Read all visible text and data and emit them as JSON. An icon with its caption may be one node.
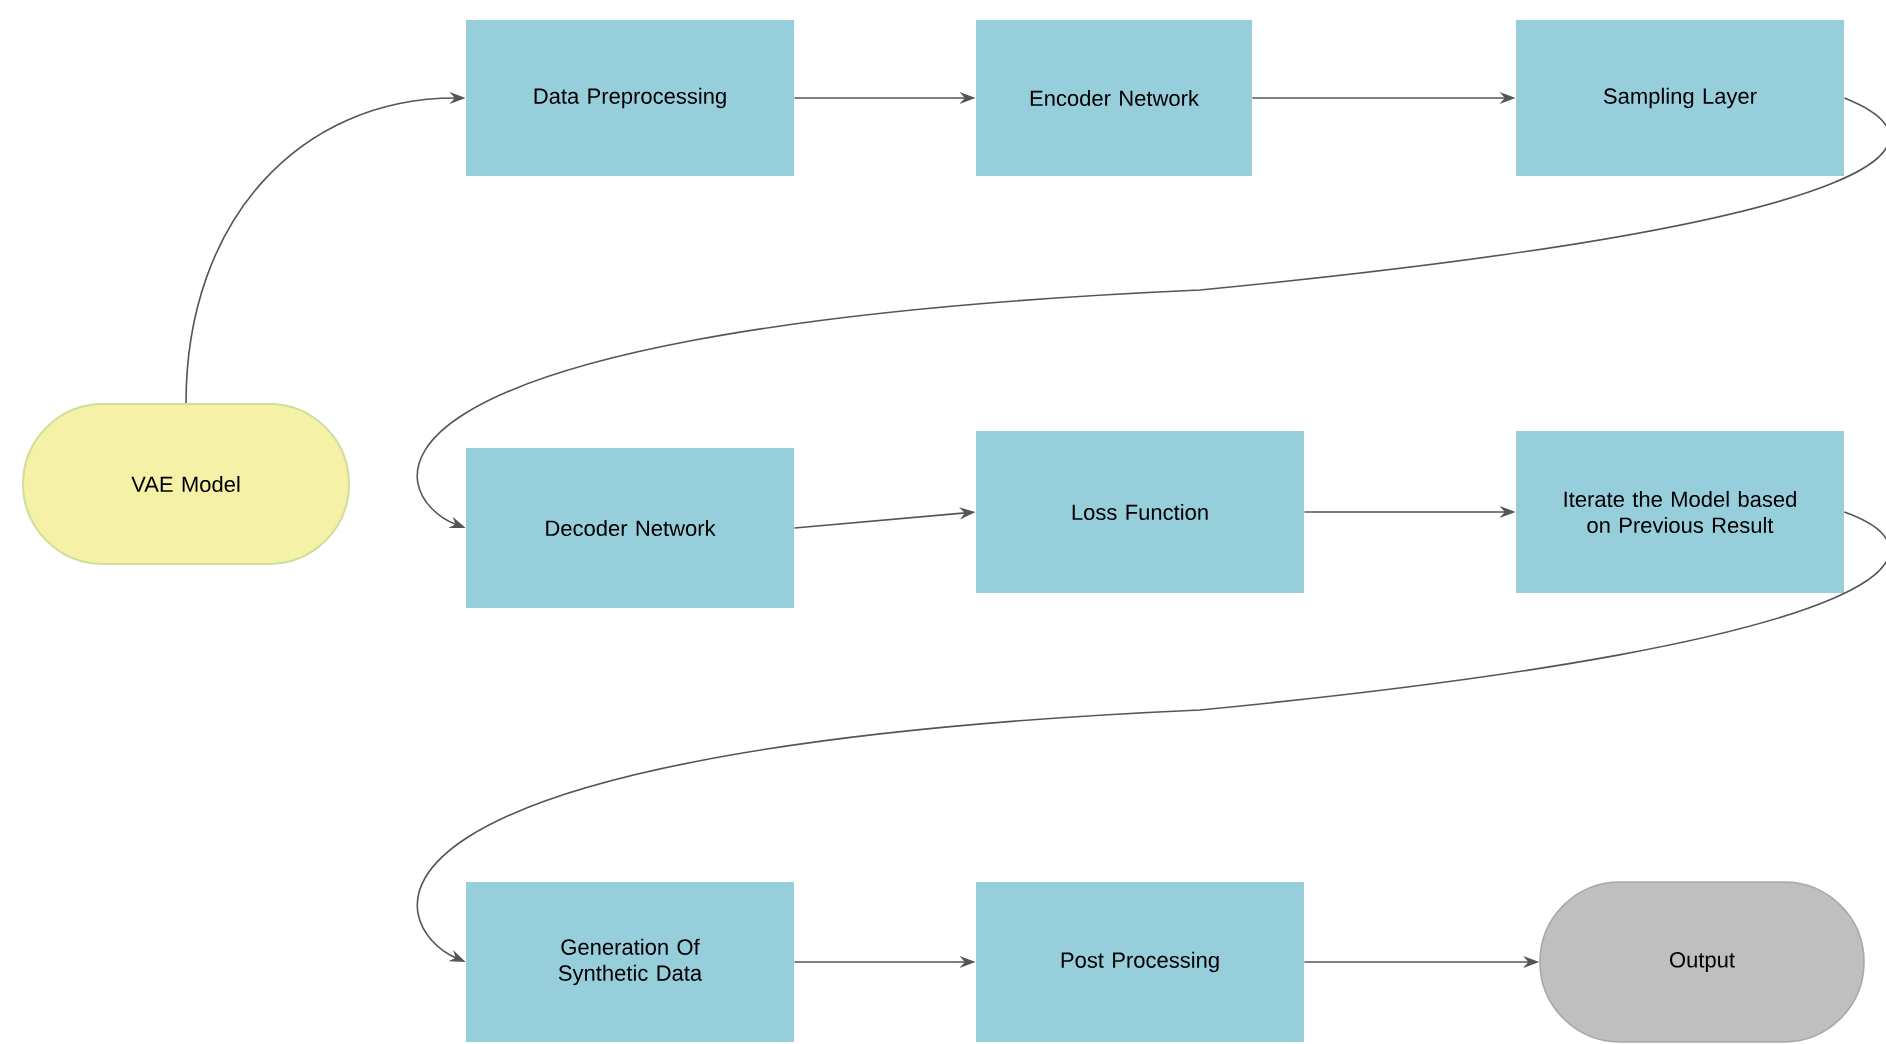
{
  "diagram": {
    "nodes": [
      {
        "text": [
          "VAE Model"
        ]
      },
      {
        "text": [
          "Data Preprocessing"
        ]
      },
      {
        "text": [
          "Encoder Network"
        ]
      },
      {
        "text": [
          "Sampling Layer"
        ]
      },
      {
        "text": [
          "Decoder Network"
        ]
      },
      {
        "text": [
          "Loss Function"
        ]
      },
      {
        "text": [
          "Iterate the Model based on Previous Result"
        ]
      },
      {
        "text": [
          "Generation Of Synthetic Data"
        ]
      },
      {
        "text": [
          "Post Processing"
        ]
      },
      {
        "text": [
          "Output"
        ]
      }
    ],
    "edges": [
      {
        "from": 0,
        "to": 1,
        "arrow": "to"
      },
      {
        "from": 1,
        "to": 2,
        "arrow": "to"
      },
      {
        "from": 2,
        "to": 3,
        "arrow": "to"
      },
      {
        "from": 3,
        "to": 4,
        "arrow": "to"
      },
      {
        "from": 4,
        "to": 5,
        "arrow": "to"
      },
      {
        "from": 5,
        "to": 6,
        "arrow": "to"
      },
      {
        "from": 6,
        "to": 7,
        "arrow": "to"
      },
      {
        "from": 7,
        "to": 8,
        "arrow": "to"
      },
      {
        "from": 8,
        "to": 9,
        "arrow": "to"
      }
    ]
  }
}
